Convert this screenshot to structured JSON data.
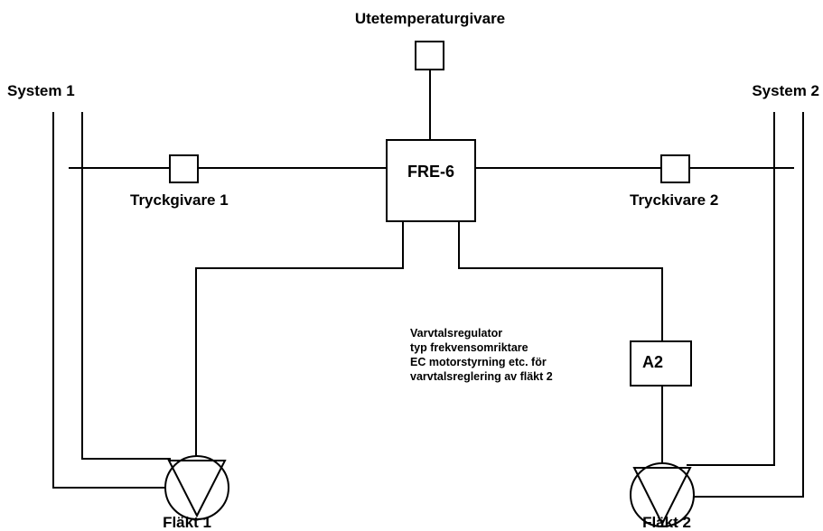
{
  "labels": {
    "outdoor_sensor": "Utetemperaturgivare",
    "system_1": "System 1",
    "system_2": "System 2",
    "controller": "FRE-6",
    "pressure_sensor_1": "Tryckgivare 1",
    "pressure_sensor_2": "Tryckivare 2",
    "speed_controller": "A2",
    "fan_1": "Fläkt 1",
    "fan_2": "Fläkt 2",
    "note_lines": [
      "Varvtalsregulator",
      "typ frekvensomriktare",
      "EC motorstyrning etc. för",
      "varvtalsreglering av fläkt 2"
    ]
  },
  "colors": {
    "line": "#000000",
    "background": "#ffffff"
  }
}
